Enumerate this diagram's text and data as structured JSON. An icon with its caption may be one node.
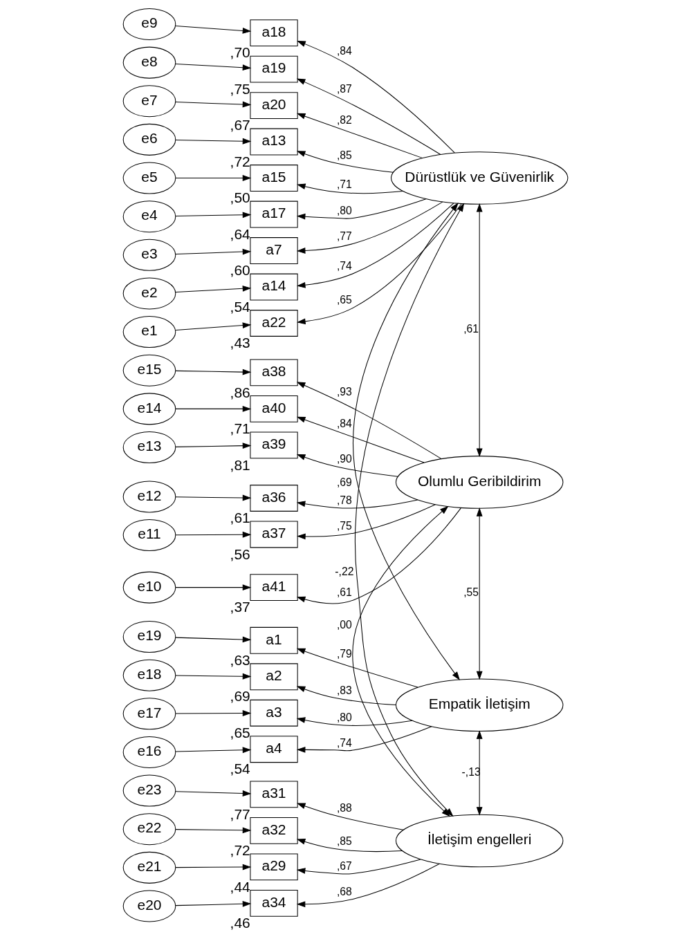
{
  "diagram": {
    "nodes": [
      {
        "text": [
          "e9"
        ]
      },
      {
        "text": [
          "a18"
        ],
        "beside": [
          ",70"
        ]
      },
      {
        "text": [
          "e8"
        ]
      },
      {
        "text": [
          "a19"
        ],
        "beside": [
          ",75"
        ]
      },
      {
        "text": [
          "e7"
        ]
      },
      {
        "text": [
          "a20"
        ],
        "beside": [
          ",67"
        ]
      },
      {
        "text": [
          "e6"
        ]
      },
      {
        "text": [
          "a13"
        ],
        "beside": [
          ",72"
        ]
      },
      {
        "text": [
          "e5"
        ]
      },
      {
        "text": [
          "a15"
        ],
        "beside": [
          ",50"
        ]
      },
      {
        "text": [
          "e4"
        ]
      },
      {
        "text": [
          "a17"
        ],
        "beside": [
          ",64"
        ]
      },
      {
        "text": [
          "e3"
        ]
      },
      {
        "text": [
          "a7"
        ],
        "beside": [
          ",60"
        ]
      },
      {
        "text": [
          "e2"
        ]
      },
      {
        "text": [
          "a14"
        ],
        "beside": [
          ",54"
        ]
      },
      {
        "text": [
          "e1"
        ]
      },
      {
        "text": [
          "a22"
        ],
        "beside": [
          ",43"
        ]
      },
      {
        "text": [
          "Dürüstlük ve Güvenirlik"
        ]
      },
      {
        "text": [
          "e15"
        ]
      },
      {
        "text": [
          "a38"
        ],
        "beside": [
          ",86"
        ]
      },
      {
        "text": [
          "e14"
        ]
      },
      {
        "text": [
          "a40"
        ],
        "beside": [
          ",71"
        ]
      },
      {
        "text": [
          "e13"
        ]
      },
      {
        "text": [
          "a39"
        ],
        "beside": [
          ",81"
        ]
      },
      {
        "text": [
          "e12"
        ]
      },
      {
        "text": [
          "a36"
        ],
        "beside": [
          ",61"
        ]
      },
      {
        "text": [
          "e11"
        ]
      },
      {
        "text": [
          "a37"
        ],
        "beside": [
          ",56"
        ]
      },
      {
        "text": [
          "e10"
        ]
      },
      {
        "text": [
          "a41"
        ],
        "beside": [
          ",37"
        ]
      },
      {
        "text": [
          "Olumlu Geribildirim"
        ]
      },
      {
        "text": [
          "e19"
        ]
      },
      {
        "text": [
          "a1"
        ],
        "beside": [
          ",63"
        ]
      },
      {
        "text": [
          "e18"
        ]
      },
      {
        "text": [
          "a2"
        ],
        "beside": [
          ",69"
        ]
      },
      {
        "text": [
          "e17"
        ]
      },
      {
        "text": [
          "a3"
        ],
        "beside": [
          ",65"
        ]
      },
      {
        "text": [
          "e16"
        ]
      },
      {
        "text": [
          "a4"
        ],
        "beside": [
          ",54"
        ]
      },
      {
        "text": [
          "Empatik İletişim"
        ]
      },
      {
        "text": [
          "e23"
        ]
      },
      {
        "text": [
          "a31"
        ],
        "beside": [
          ",77"
        ]
      },
      {
        "text": [
          "e22"
        ]
      },
      {
        "text": [
          "a32"
        ],
        "beside": [
          ",72"
        ]
      },
      {
        "text": [
          "e21"
        ]
      },
      {
        "text": [
          "a29"
        ],
        "beside": [
          ",44"
        ]
      },
      {
        "text": [
          "e20"
        ]
      },
      {
        "text": [
          "a34"
        ],
        "beside": [
          ",46"
        ]
      },
      {
        "text": [
          "İletişim engelleri"
        ]
      }
    ],
    "edges": [
      {
        "from": 0,
        "to": 1,
        "arrow": "to"
      },
      {
        "from": 2,
        "to": 3,
        "arrow": "to"
      },
      {
        "from": 4,
        "to": 5,
        "arrow": "to"
      },
      {
        "from": 6,
        "to": 7,
        "arrow": "to"
      },
      {
        "from": 8,
        "to": 9,
        "arrow": "to"
      },
      {
        "from": 10,
        "to": 11,
        "arrow": "to"
      },
      {
        "from": 12,
        "to": 13,
        "arrow": "to"
      },
      {
        "from": 14,
        "to": 15,
        "arrow": "to"
      },
      {
        "from": 16,
        "to": 17,
        "arrow": "to"
      },
      {
        "from": 18,
        "to": 1,
        "arrow": "to",
        "label": ",84"
      },
      {
        "from": 18,
        "to": 3,
        "arrow": "to",
        "label": ",87"
      },
      {
        "from": 18,
        "to": 5,
        "arrow": "to",
        "label": ",82"
      },
      {
        "from": 18,
        "to": 7,
        "arrow": "to",
        "label": ",85"
      },
      {
        "from": 18,
        "to": 9,
        "arrow": "to",
        "label": ",71"
      },
      {
        "from": 18,
        "to": 11,
        "arrow": "to",
        "label": ",80"
      },
      {
        "from": 18,
        "to": 13,
        "arrow": "to",
        "label": ",77"
      },
      {
        "from": 18,
        "to": 15,
        "arrow": "to",
        "label": ",74"
      },
      {
        "from": 18,
        "to": 17,
        "arrow": "to",
        "label": ",65"
      },
      {
        "from": 19,
        "to": 20,
        "arrow": "to"
      },
      {
        "from": 21,
        "to": 22,
        "arrow": "to"
      },
      {
        "from": 23,
        "to": 24,
        "arrow": "to"
      },
      {
        "from": 25,
        "to": 26,
        "arrow": "to"
      },
      {
        "from": 27,
        "to": 28,
        "arrow": "to"
      },
      {
        "from": 29,
        "to": 30,
        "arrow": "to"
      },
      {
        "from": 31,
        "to": 20,
        "arrow": "to",
        "label": ",93"
      },
      {
        "from": 31,
        "to": 22,
        "arrow": "to",
        "label": ",84"
      },
      {
        "from": 31,
        "to": 24,
        "arrow": "to",
        "label": ",90"
      },
      {
        "from": 31,
        "to": 26,
        "arrow": "to",
        "label": ",78"
      },
      {
        "from": 31,
        "to": 28,
        "arrow": "to",
        "label": ",75"
      },
      {
        "from": 31,
        "to": 30,
        "arrow": "to",
        "label": ",61"
      },
      {
        "from": 32,
        "to": 33,
        "arrow": "to"
      },
      {
        "from": 34,
        "to": 35,
        "arrow": "to"
      },
      {
        "from": 36,
        "to": 37,
        "arrow": "to"
      },
      {
        "from": 38,
        "to": 39,
        "arrow": "to"
      },
      {
        "from": 40,
        "to": 33,
        "arrow": "to",
        "label": ",79"
      },
      {
        "from": 40,
        "to": 35,
        "arrow": "to",
        "label": ",83"
      },
      {
        "from": 40,
        "to": 37,
        "arrow": "to",
        "label": ",80"
      },
      {
        "from": 40,
        "to": 39,
        "arrow": "to",
        "label": ",74"
      },
      {
        "from": 41,
        "to": 42,
        "arrow": "to"
      },
      {
        "from": 43,
        "to": 44,
        "arrow": "to"
      },
      {
        "from": 45,
        "to": 46,
        "arrow": "to"
      },
      {
        "from": 47,
        "to": 48,
        "arrow": "to"
      },
      {
        "from": 49,
        "to": 42,
        "arrow": "to",
        "label": ",88"
      },
      {
        "from": 49,
        "to": 44,
        "arrow": "to",
        "label": ",85"
      },
      {
        "from": 49,
        "to": 46,
        "arrow": "to",
        "label": ",67"
      },
      {
        "from": 49,
        "to": 48,
        "arrow": "to",
        "label": ",68"
      },
      {
        "from": 18,
        "to": 31,
        "arrow": "both",
        "label": ",61"
      },
      {
        "from": 18,
        "to": 40,
        "arrow": "both",
        "label": ",69"
      },
      {
        "from": 18,
        "to": 49,
        "arrow": "both",
        "label": "-,22"
      },
      {
        "from": 31,
        "to": 40,
        "arrow": "both",
        "label": ",55"
      },
      {
        "from": 31,
        "to": 49,
        "arrow": "both",
        "label": ",00"
      },
      {
        "from": 40,
        "to": 49,
        "arrow": "both",
        "label": "-,13"
      }
    ]
  }
}
